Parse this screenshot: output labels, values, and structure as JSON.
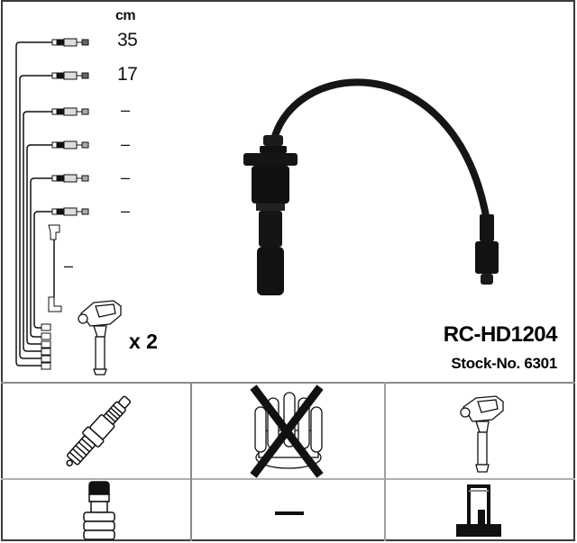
{
  "header": {
    "unit_label": "cm"
  },
  "wire_list": {
    "items": [
      {
        "length": "35"
      },
      {
        "length": "17"
      },
      {
        "length": "–"
      },
      {
        "length": "–"
      },
      {
        "length": "–"
      },
      {
        "length": "–"
      }
    ],
    "coil_lead_length": "–",
    "coil_quantity": "x 2"
  },
  "product": {
    "part_number": "RC-HD1204",
    "stock_number": "Stock-No. 6301"
  },
  "applicability_grid": {
    "cells": [
      {
        "icon": "spark-plug-icon",
        "status": "applicable"
      },
      {
        "icon": "distributor-cap-icon",
        "status": "not-applicable",
        "crossed": true
      },
      {
        "icon": "ignition-coil-icon",
        "status": "applicable"
      },
      {
        "icon": "plug-boot-icon",
        "status": "applicable"
      },
      {
        "icon": "dash-icon",
        "value": "–"
      },
      {
        "icon": "coil-connector-icon",
        "status": "applicable"
      }
    ]
  },
  "colors": {
    "ink": "#111111",
    "grid_line": "#8a8a8a",
    "border": "#3a3a3a"
  }
}
